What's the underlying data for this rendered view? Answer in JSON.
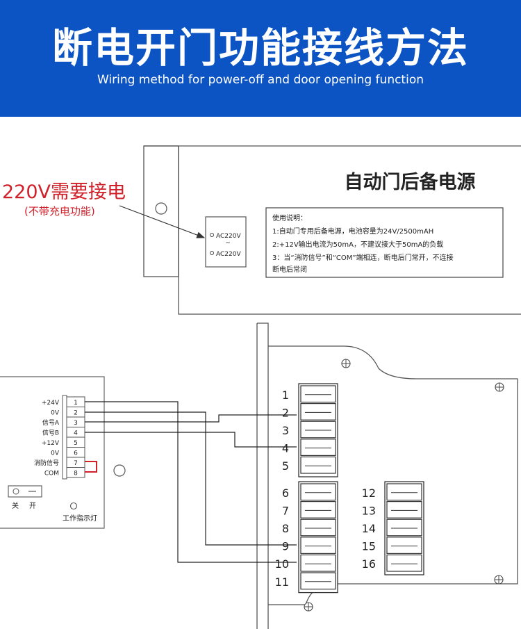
{
  "banner": {
    "title": "断电开门功能接线方法",
    "subtitle": "Wiring method for power-off and door opening function",
    "bg_color": "#0c54c4"
  },
  "callout": {
    "main": "220V需要接电",
    "sub": "(不带充电功能)",
    "color": "#d0202a"
  },
  "power_supply": {
    "title": "自动门后备电源",
    "terminals": [
      "AC220V",
      "~",
      "AC220V"
    ],
    "instructions": [
      "使用说明：",
      "1:自动门专用后备电源，电池容量为24V/2500mAH",
      "2:+12V输出电流为50mA，不建议接大于50mA的负载",
      "3：当“消防信号”和“COM”端相连，断电后门常开，不连接",
      "断电后常闭"
    ]
  },
  "left_module": {
    "pins": [
      {
        "label": "+24V",
        "num": "1"
      },
      {
        "label": "0V",
        "num": "2"
      },
      {
        "label": "信号A",
        "num": "3"
      },
      {
        "label": "信号B",
        "num": "4"
      },
      {
        "label": "+12V",
        "num": "5"
      },
      {
        "label": "0V",
        "num": "6"
      },
      {
        "label": "消防信号",
        "num": "7"
      },
      {
        "label": "COM",
        "num": "8"
      }
    ],
    "switch_off": "关",
    "switch_on": "开",
    "indicator_label": "工作指示灯",
    "jumper_color": "#d0202a"
  },
  "controller": {
    "group_a": [
      "1",
      "2",
      "3",
      "4",
      "5"
    ],
    "group_b": [
      "6",
      "7",
      "8",
      "9",
      "10",
      "11"
    ],
    "group_c": [
      "12",
      "13",
      "14",
      "15",
      "16"
    ]
  }
}
